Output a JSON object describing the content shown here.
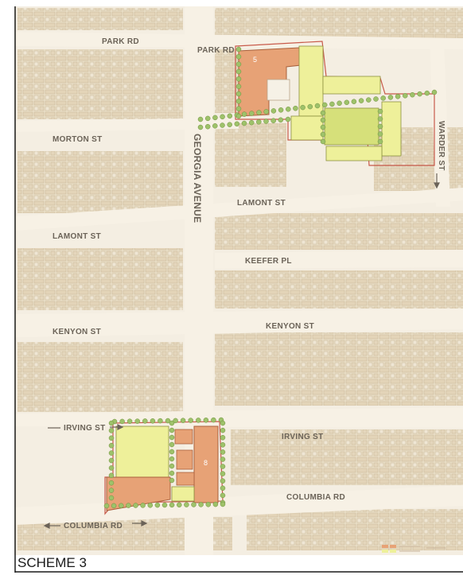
{
  "scheme_label": "SCHEME 3",
  "streets": {
    "park_rd_west": "PARK RD",
    "park_rd_east": "PARK RD",
    "morton_st": "MORTON ST",
    "georgia_ave": "GEORGIA AVENUE",
    "lamont_st_east": "LAMONT ST",
    "lamont_st_west": "LAMONT ST",
    "keefer_pl": "KEEFER PL",
    "kenyon_st_west": "KENYON ST",
    "kenyon_st_east": "KENYON ST",
    "irving_st_east": "IRVING ST",
    "irving_st_west": "IRVING ST",
    "columbia_rd_east": "COLUMBIA RD",
    "columbia_rd_west": "COLUMBIA RD",
    "warder_st": "WARDER ST"
  },
  "parcel_labels": {
    "north_apartment": "5",
    "south_apartment": "8"
  },
  "colors": {
    "apartment": "#e7a276",
    "townhouse": "#eef09a",
    "open_space": "#d6e07a",
    "tree": "#9ec26a",
    "road": "#f7f1e5",
    "block": "#e9dcc4"
  }
}
